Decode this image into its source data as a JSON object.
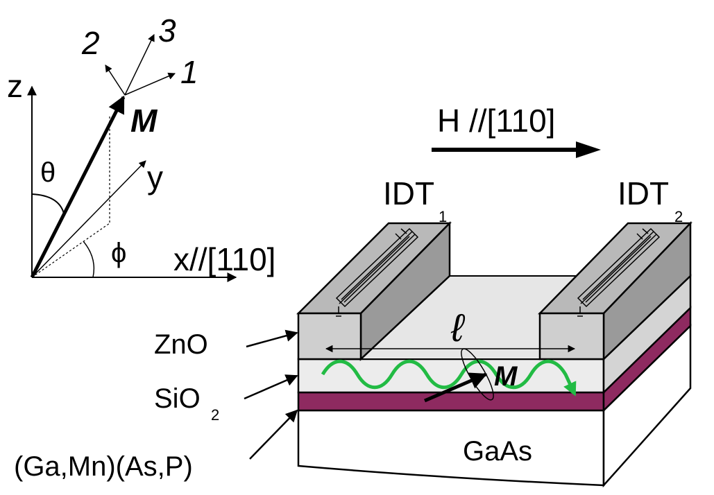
{
  "axes": {
    "z": "z",
    "y": "y",
    "x": "x//[110]",
    "theta": "θ",
    "phi": "ϕ",
    "m": "M",
    "a1": "1",
    "a2": "2",
    "a3": "3"
  },
  "field": {
    "label": "H //[110]"
  },
  "idt1": {
    "main": "IDT",
    "sub": "1"
  },
  "idt2": {
    "main": "IDT",
    "sub": "2"
  },
  "channel": {
    "length_symbol": "ℓ",
    "m": "M"
  },
  "layers": {
    "zno": "ZnO",
    "sio2_main": "SiO",
    "sio2_sub": "2",
    "gamn": "(Ga,Mn)(As,P)",
    "gaas": "GaAs"
  },
  "colors": {
    "gamn_layer": "#8e2a60",
    "saw_wave": "#22bb44",
    "block_front": "#cfcfcf",
    "block_top": "#b9b9b9",
    "block_side": "#9a9a9a"
  }
}
